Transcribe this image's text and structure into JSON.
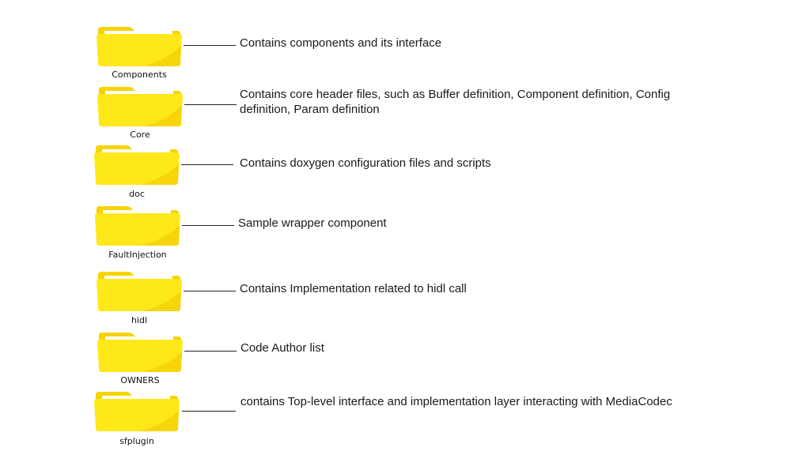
{
  "folders": [
    {
      "label": "Components",
      "description": "Contains components and its interface"
    },
    {
      "label": "Core",
      "description": "Contains core header files, such as Buffer definition, Component definition, Config definition, Param definition"
    },
    {
      "label": "doc",
      "description": "Contains doxygen configuration files and scripts"
    },
    {
      "label": "FaultInjection",
      "description": "Sample wrapper component"
    },
    {
      "label": "hidl",
      "description": "Contains Implementation related to hidl call"
    },
    {
      "label": "OWNERS",
      "description": "Code Author list"
    },
    {
      "label": "sfplugin",
      "description": "contains Top-level interface and implementation layer interacting with MediaCodec"
    }
  ],
  "colors": {
    "folder_back": "#f5d400",
    "folder_front": "#ffe81a",
    "folder_shade": "#f0c800",
    "folder_tab_paper": "#ffffff",
    "connector": "#222222",
    "text": "#1a1a1a"
  },
  "icon": "folder-icon"
}
